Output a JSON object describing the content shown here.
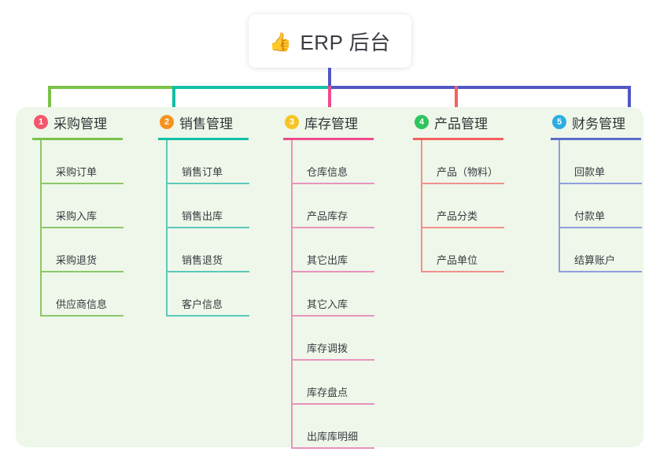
{
  "root": {
    "icon": "thumbs-up-icon",
    "icon_glyph": "👍",
    "label": "ERP 后台",
    "stem_color": "#5158c4"
  },
  "connector_bus": {
    "segments": [
      {
        "name": "bus-segment-green",
        "color": "#7cc24a"
      },
      {
        "name": "bus-segment-teal",
        "color": "#12bfa6"
      },
      {
        "name": "bus-segment-blue",
        "color": "#5158c4"
      }
    ]
  },
  "panel": {
    "background": "#eef7e9"
  },
  "columns": [
    {
      "number": "1",
      "title": "采购管理",
      "badge_color": "#f5566b",
      "rule_color": "#7cc24a",
      "stem_color": "#7cc24a",
      "line_color": "#8cc76a",
      "items": [
        "采购订单",
        "采购入库",
        "采购退货",
        "供应商信息"
      ]
    },
    {
      "number": "2",
      "title": "销售管理",
      "badge_color": "#f7921e",
      "rule_color": "#12bfa6",
      "stem_color": "#12bfa6",
      "line_color": "#5cc9ba",
      "items": [
        "销售订单",
        "销售出库",
        "销售退货",
        "客户信息"
      ]
    },
    {
      "number": "3",
      "title": "库存管理",
      "badge_color": "#f6c523",
      "rule_color": "#ef4b8f",
      "stem_color": "#ef4b8f",
      "line_color": "#e993bd",
      "items": [
        "仓库信息",
        "产品库存",
        "其它出库",
        "其它入库",
        "库存调拨",
        "库存盘点",
        "出库库明细"
      ]
    },
    {
      "number": "4",
      "title": "产品管理",
      "badge_color": "#2ec45e",
      "rule_color": "#f4615f",
      "stem_color": "#f4615f",
      "line_color": "#f2908d",
      "items": [
        "产品（物料）",
        "产品分类",
        "产品单位"
      ]
    },
    {
      "number": "5",
      "title": "财务管理",
      "badge_color": "#29aee3",
      "rule_color": "#5b6ecb",
      "stem_color": "#5158c4",
      "line_color": "#8f9fdb",
      "items": [
        "回款单",
        "付款单",
        "结算账户"
      ]
    }
  ]
}
